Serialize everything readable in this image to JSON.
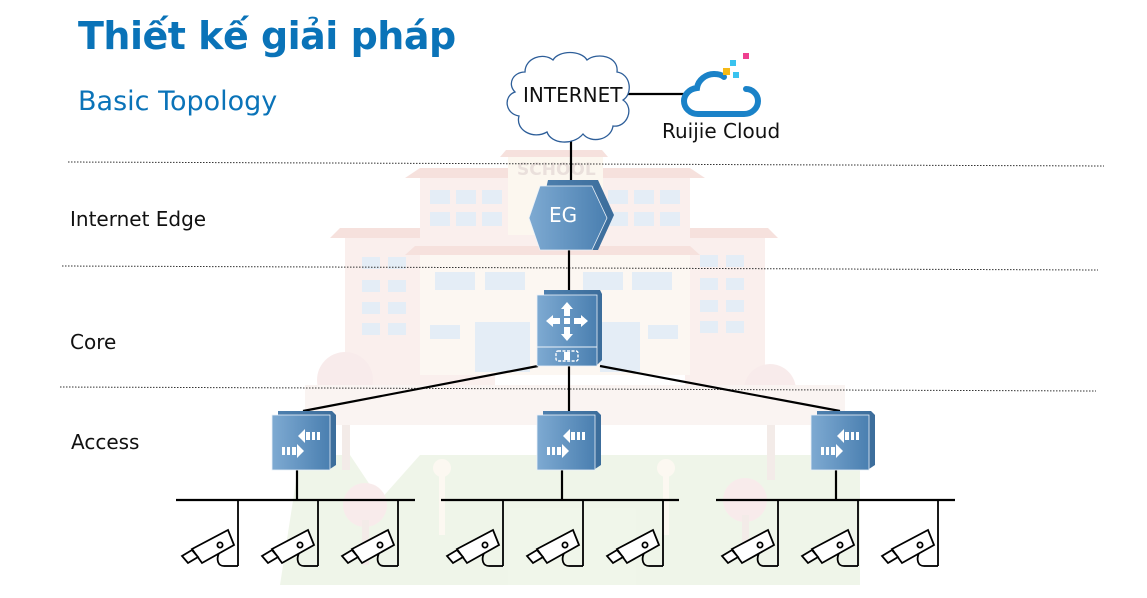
{
  "slide": {
    "title": "Thiết kế giải pháp",
    "subtitle": "Basic Topology"
  },
  "layers": [
    {
      "id": "internet-edge",
      "label": "Internet Edge"
    },
    {
      "id": "core",
      "label": "Core"
    },
    {
      "id": "access",
      "label": "Access"
    }
  ],
  "nodes": {
    "internet": {
      "label": "INTERNET",
      "icon": "cloud-outline-icon"
    },
    "ruijie_cloud": {
      "label": "Ruijie Cloud",
      "icon": "ruijie-cloud-logo-icon"
    },
    "eg": {
      "label": "EG",
      "icon": "gateway-hexagon-icon"
    },
    "core_switch": {
      "label": "",
      "icon": "core-switch-icon"
    },
    "access_switches": [
      {
        "id": "access-switch-1",
        "icon": "access-switch-icon",
        "cameras": 3
      },
      {
        "id": "access-switch-2",
        "icon": "access-switch-icon",
        "cameras": 3
      },
      {
        "id": "access-switch-3",
        "icon": "access-switch-icon",
        "cameras": 3
      }
    ]
  },
  "background": {
    "watermark_text": "SCHOOL",
    "description": "faded school building illustration"
  },
  "colors": {
    "title": "#0a73b8",
    "device_blue": "#5a8fbd",
    "device_dark": "#3f73a3",
    "cloud_blue": "#1a82c8",
    "line": "#000000"
  }
}
